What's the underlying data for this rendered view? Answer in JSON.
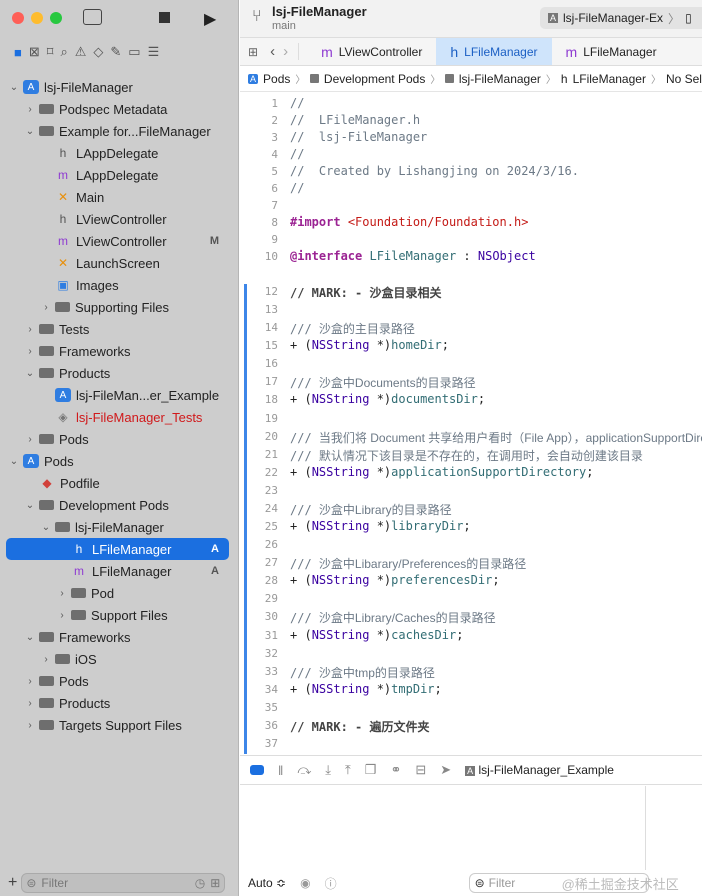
{
  "project": {
    "name": "lsj-FileManager",
    "branch": "main",
    "scheme": "lsj-FileManager-Ex"
  },
  "tabs": [
    {
      "label": "LViewController",
      "kind": "m"
    },
    {
      "label": "LFileManager",
      "kind": "h",
      "active": true
    },
    {
      "label": "LFileManager",
      "kind": "m"
    }
  ],
  "breadcrumb": [
    "Pods",
    "Development Pods",
    "lsj-FileManager",
    "LFileManager",
    "No Sel"
  ],
  "tree": [
    {
      "label": "lsj-FileManager",
      "lvl": 0,
      "chev": "v",
      "icon": "app"
    },
    {
      "label": "Podspec Metadata",
      "lvl": 1,
      "chev": ">",
      "icon": "folder"
    },
    {
      "label": "Example for...FileManager",
      "lvl": 1,
      "chev": "v",
      "icon": "folder"
    },
    {
      "label": "LAppDelegate",
      "lvl": 2,
      "icon": "h"
    },
    {
      "label": "LAppDelegate",
      "lvl": 2,
      "icon": "m"
    },
    {
      "label": "Main",
      "lvl": 2,
      "icon": "x"
    },
    {
      "label": "LViewController",
      "lvl": 2,
      "icon": "h"
    },
    {
      "label": "LViewController",
      "lvl": 2,
      "icon": "m",
      "badge": "M"
    },
    {
      "label": "LaunchScreen",
      "lvl": 2,
      "icon": "x"
    },
    {
      "label": "Images",
      "lvl": 2,
      "icon": "img"
    },
    {
      "label": "Supporting Files",
      "lvl": 2,
      "chev": ">",
      "icon": "folder"
    },
    {
      "label": "Tests",
      "lvl": 1,
      "chev": ">",
      "icon": "folder"
    },
    {
      "label": "Frameworks",
      "lvl": 1,
      "chev": ">",
      "icon": "folder"
    },
    {
      "label": "Products",
      "lvl": 1,
      "chev": "v",
      "icon": "folder"
    },
    {
      "label": "lsj-FileMan...er_Example",
      "lvl": 2,
      "icon": "app"
    },
    {
      "label": "lsj-FileManager_Tests",
      "lvl": 2,
      "icon": "test",
      "red": true
    },
    {
      "label": "Pods",
      "lvl": 1,
      "chev": ">",
      "icon": "folder"
    },
    {
      "label": "Pods",
      "lvl": 0,
      "chev": "v",
      "icon": "app"
    },
    {
      "label": "Podfile",
      "lvl": 1,
      "icon": "ruby"
    },
    {
      "label": "Development Pods",
      "lvl": 1,
      "chev": "v",
      "icon": "folder"
    },
    {
      "label": "lsj-FileManager",
      "lvl": 2,
      "chev": "v",
      "icon": "folder"
    },
    {
      "label": "LFileManager",
      "lvl": 3,
      "icon": "h",
      "badge": "A",
      "selected": true
    },
    {
      "label": "LFileManager",
      "lvl": 3,
      "icon": "m",
      "badge": "A"
    },
    {
      "label": "Pod",
      "lvl": 3,
      "chev": ">",
      "icon": "folder"
    },
    {
      "label": "Support Files",
      "lvl": 3,
      "chev": ">",
      "icon": "folder"
    },
    {
      "label": "Frameworks",
      "lvl": 1,
      "chev": "v",
      "icon": "folder"
    },
    {
      "label": "iOS",
      "lvl": 2,
      "chev": ">",
      "icon": "folder"
    },
    {
      "label": "Pods",
      "lvl": 1,
      "chev": ">",
      "icon": "folder"
    },
    {
      "label": "Products",
      "lvl": 1,
      "chev": ">",
      "icon": "folder"
    },
    {
      "label": "Targets Support Files",
      "lvl": 1,
      "chev": ">",
      "icon": "folder"
    }
  ],
  "code": [
    {
      "n": "1",
      "html": "<span class='cm'>//</span>"
    },
    {
      "n": "2",
      "html": "<span class='cm'>//  LFileManager.h</span>"
    },
    {
      "n": "3",
      "html": "<span class='cm'>//  lsj-FileManager</span>"
    },
    {
      "n": "4",
      "html": "<span class='cm'>//</span>"
    },
    {
      "n": "5",
      "html": "<span class='cm'>//  Created by Lishangjing on 2024/3/16.</span>"
    },
    {
      "n": "6",
      "html": "<span class='cm'>//</span>"
    },
    {
      "n": "7",
      "html": ""
    },
    {
      "n": "8",
      "html": "<span class='kw'>#import</span> <span class='str'>&lt;Foundation/Foundation.h&gt;</span>"
    },
    {
      "n": "9",
      "html": ""
    },
    {
      "n": "10",
      "html": "<span class='kw'>@interface</span> <span class='fn'>LFileManager</span> : <span class='ty'>NSObject</span>"
    },
    {
      "n": "12",
      "html": "<span class='mk'>// MARK: - 沙盒目录相关</span>"
    },
    {
      "n": "13",
      "html": ""
    },
    {
      "n": "14",
      "html": "<span class='cm'>/// <span class='cn'>沙盒的主目录路径</span></span>"
    },
    {
      "n": "15",
      "html": "+ (<span class='ty'>NSString</span> *)<span class='fn'>homeDir</span>;"
    },
    {
      "n": "16",
      "html": ""
    },
    {
      "n": "17",
      "html": "<span class='cm'>/// <span class='cn'>沙盒中Documents的目录路径</span></span>"
    },
    {
      "n": "18",
      "html": "+ (<span class='ty'>NSString</span> *)<span class='fn'>documentsDir</span>;"
    },
    {
      "n": "19",
      "html": ""
    },
    {
      "n": "20",
      "html": "<span class='cm'>/// <span class='cn'>当我们将 Document 共享给用户看时（File App），applicationSupportDirectory</span></span>"
    },
    {
      "n": "21",
      "html": "<span class='cm'>/// <span class='cn'>默认情况下该目录是不存在的，在调用时，会自动创建该目录</span></span>"
    },
    {
      "n": "22",
      "html": "+ (<span class='ty'>NSString</span> *)<span class='fn'>applicationSupportDirectory</span>;"
    },
    {
      "n": "23",
      "html": ""
    },
    {
      "n": "24",
      "html": "<span class='cm'>/// <span class='cn'>沙盒中Library的目录路径</span></span>"
    },
    {
      "n": "25",
      "html": "+ (<span class='ty'>NSString</span> *)<span class='fn'>libraryDir</span>;"
    },
    {
      "n": "26",
      "html": ""
    },
    {
      "n": "27",
      "html": "<span class='cm'>/// <span class='cn'>沙盒中Libarary/Preferences的目录路径</span></span>"
    },
    {
      "n": "28",
      "html": "+ (<span class='ty'>NSString</span> *)<span class='fn'>preferencesDir</span>;"
    },
    {
      "n": "29",
      "html": ""
    },
    {
      "n": "30",
      "html": "<span class='cm'>/// <span class='cn'>沙盒中Library/Caches的目录路径</span></span>"
    },
    {
      "n": "31",
      "html": "+ (<span class='ty'>NSString</span> *)<span class='fn'>cachesDir</span>;"
    },
    {
      "n": "32",
      "html": ""
    },
    {
      "n": "33",
      "html": "<span class='cm'>/// <span class='cn'>沙盒中tmp的目录路径</span></span>"
    },
    {
      "n": "34",
      "html": "+ (<span class='ty'>NSString</span> *)<span class='fn'>tmpDir</span>;"
    },
    {
      "n": "35",
      "html": ""
    },
    {
      "n": "36",
      "html": "<span class='mk'>// MARK: - 遍历文件夹</span>"
    },
    {
      "n": "37",
      "html": ""
    }
  ],
  "debug": {
    "target": "lsj-FileManager_Example"
  },
  "footer": {
    "filter_placeholder": "Filter",
    "console_mode": "Auto ≎",
    "console_filter": "Filter",
    "watermark": "@稀土掘金技术社区"
  }
}
